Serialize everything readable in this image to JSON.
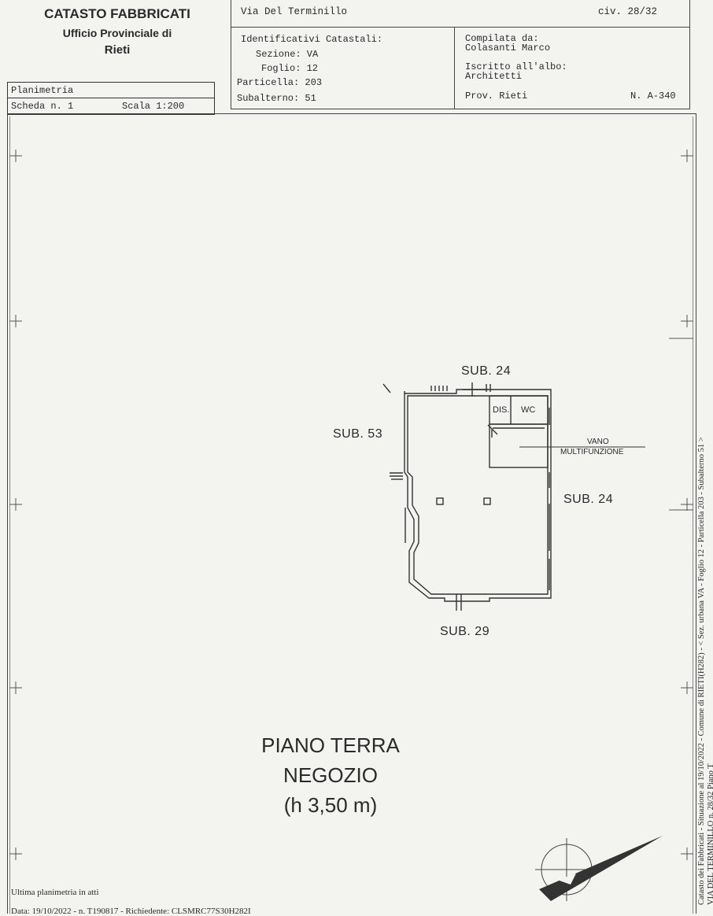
{
  "header": {
    "office_title": "CATASTO FABBRICATI",
    "office_subtitle": "Ufficio Provinciale di",
    "office_city": "Rieti",
    "address": "Via Del Terminillo",
    "civic": "civ. 28/32"
  },
  "plan_box": {
    "type_label": "Planimetria",
    "sheet_label": "Scheda n. 1",
    "scale_label": "Scala 1:200"
  },
  "identifiers": {
    "heading": "Identificativi Catastali:",
    "sezione": "Sezione: VA",
    "foglio": "Foglio: 12",
    "particella": "Particella: 203",
    "subalterno": "Subalterno: 51"
  },
  "compiler": {
    "heading": "Compilata da:",
    "name": "Colasanti Marco",
    "register_heading": "Iscritto all'albo:",
    "register": "Architetti",
    "province": "Prov. Rieti",
    "number": "N. A-340"
  },
  "plan": {
    "sub_top": "SUB. 24",
    "sub_left": "SUB. 53",
    "sub_right": "SUB. 24",
    "sub_bottom": "SUB. 29",
    "dis_label": "DIS.",
    "wc_label": "WC",
    "vano_line1": "VANO",
    "vano_line2": "MULTIFUNZIONE"
  },
  "floor": {
    "line1": "PIANO TERRA",
    "line2": "NEGOZIO",
    "line3": "(h 3,50 m)"
  },
  "footer": {
    "last_plan": "Ultima planimetria in atti",
    "data_line": "Data: 19/10/2022 - n. T190817 - Richiedente: CLSMRC77S30H282I"
  },
  "side": {
    "line1": "Catasto dei Fabbricati - Situazione al 19/10/2022 - Comune di RIETI(H282) - < Sez. urbana VA - Foglio 12 - Particella 203 - Subalterno 51 >",
    "line2": "VIA DEL TERMINILLO n. 28/32 Piano T"
  }
}
